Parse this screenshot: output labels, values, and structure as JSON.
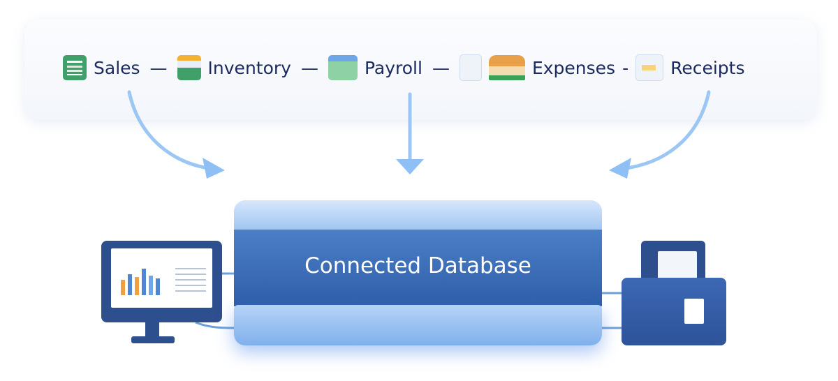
{
  "sources": [
    {
      "label": "Sales",
      "icon": "spreadsheet-icon"
    },
    {
      "label": "Inventory",
      "icon": "inventory-box-icon"
    },
    {
      "label": "Payroll",
      "icon": "payroll-stack-icon"
    },
    {
      "label": "Expenses",
      "icon": "house-icon"
    },
    {
      "label": "Receipts",
      "icon": "receipt-icon"
    }
  ],
  "separator": "—",
  "separator_short": "-",
  "database": {
    "title": "Connected Database"
  },
  "colors": {
    "accent": "#3a6db5",
    "arrow": "#8ec0f5",
    "text": "#1b2a5c",
    "green": "#3f9a63"
  }
}
